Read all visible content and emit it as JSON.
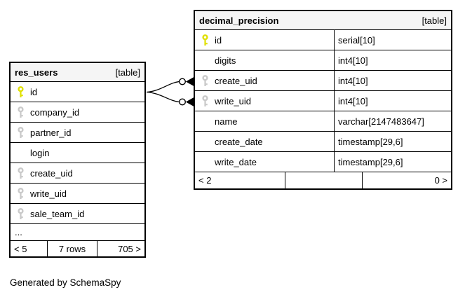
{
  "credit": "Generated by SchemaSpy",
  "colors": {
    "primary_key_icon": "#e0e000",
    "foreign_key_icon": "#c9c9c9",
    "header_bg": "#f5f5f5",
    "border": "#000000"
  },
  "tables": [
    {
      "name": "res_users",
      "tag": "[table]",
      "columns": [
        {
          "name": "id",
          "key": "primary-key-icon"
        },
        {
          "name": "company_id",
          "key": "index-key-icon"
        },
        {
          "name": "partner_id",
          "key": "index-key-icon"
        },
        {
          "name": "login",
          "key": null
        },
        {
          "name": "create_uid",
          "key": "index-key-icon"
        },
        {
          "name": "write_uid",
          "key": "index-key-icon"
        },
        {
          "name": "sale_team_id",
          "key": "index-key-icon"
        }
      ],
      "ellipsis": "...",
      "footer": {
        "left": "< 5",
        "center": "7 rows",
        "right": "705 >"
      }
    },
    {
      "name": "decimal_precision",
      "tag": "[table]",
      "columns": [
        {
          "name": "id",
          "type": "serial[10]",
          "key": "primary-key-icon"
        },
        {
          "name": "digits",
          "type": "int4[10]",
          "key": null
        },
        {
          "name": "create_uid",
          "type": "int4[10]",
          "key": "index-key-icon"
        },
        {
          "name": "write_uid",
          "type": "int4[10]",
          "key": "index-key-icon"
        },
        {
          "name": "name",
          "type": "varchar[2147483647]",
          "key": null
        },
        {
          "name": "create_date",
          "type": "timestamp[29,6]",
          "key": null
        },
        {
          "name": "write_date",
          "type": "timestamp[29,6]",
          "key": null
        }
      ],
      "footer": {
        "left": "< 2",
        "center": "",
        "right": "0 >"
      }
    }
  ],
  "relationships": [
    {
      "from": "res_users.id",
      "to": "decimal_precision.create_uid"
    },
    {
      "from": "res_users.id",
      "to": "decimal_precision.write_uid"
    }
  ]
}
